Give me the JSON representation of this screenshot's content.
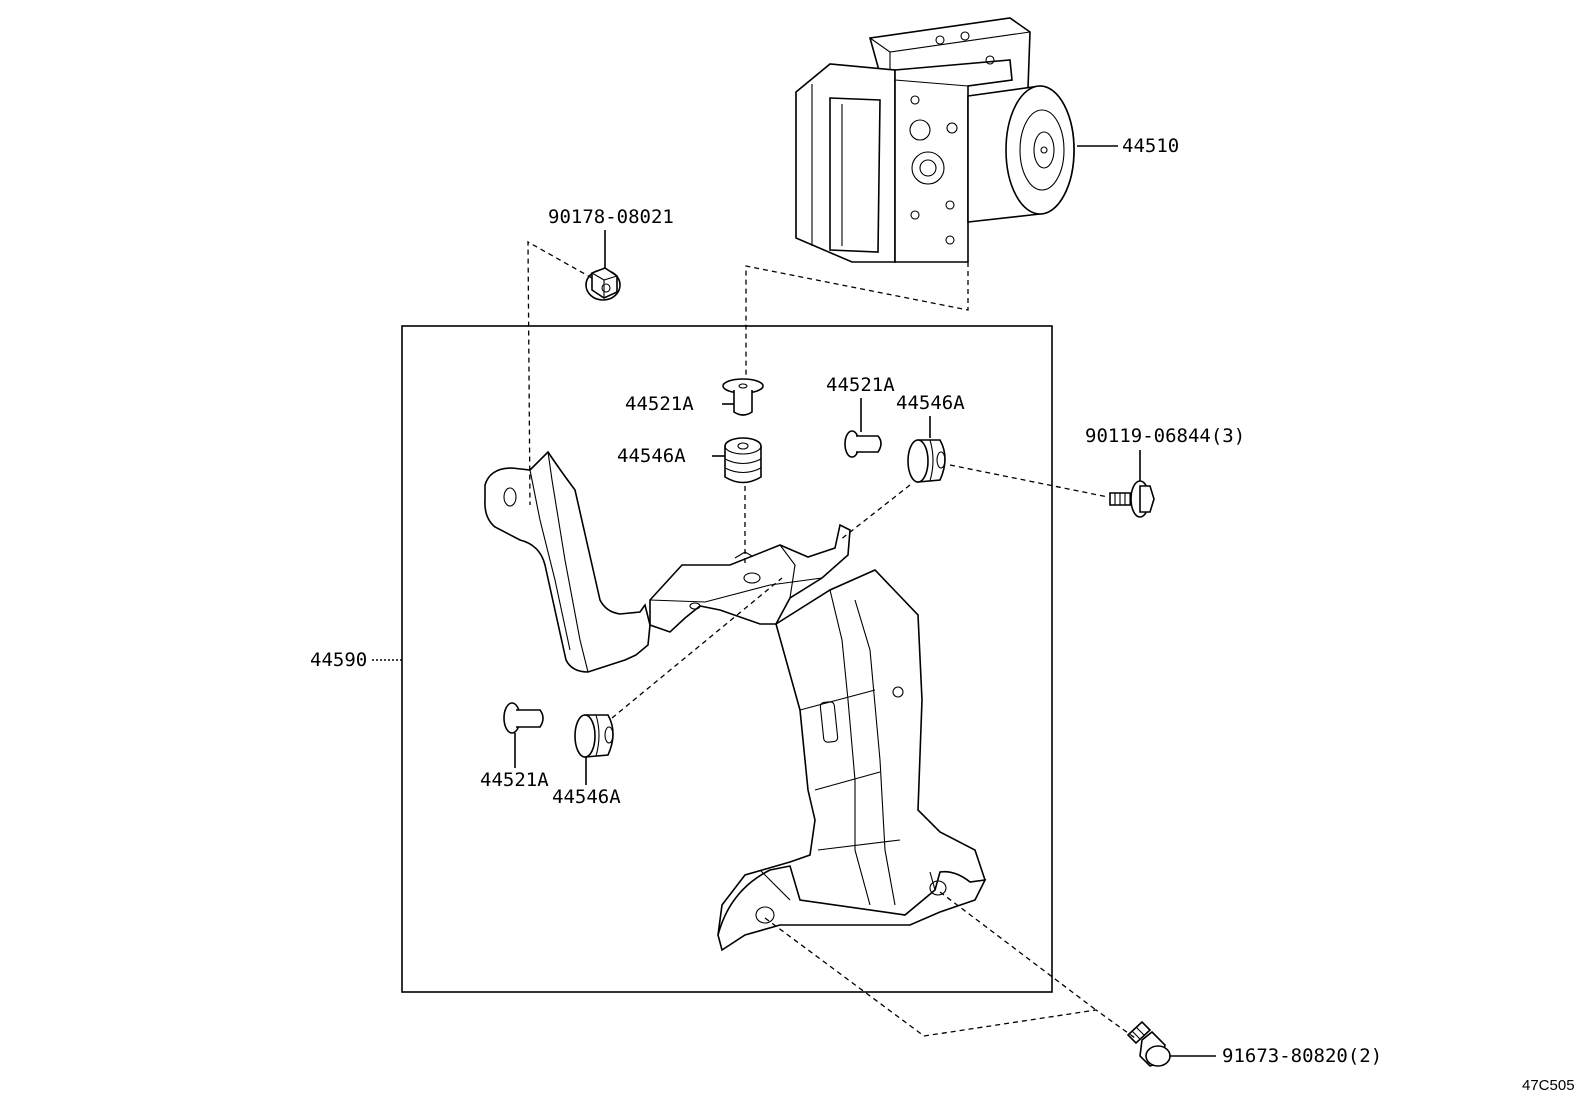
{
  "labels": {
    "actuator": "44510",
    "nut": "90178-08021",
    "bolt_right": "90119-06844(3)",
    "bolt_bottom": "91673-80820(2)",
    "bracket": "44590",
    "collar_top": "44521A",
    "cushion_top": "44546A",
    "collar_right": "44521A",
    "cushion_right": "44546A",
    "collar_left": "44521A",
    "cushion_left": "44546A"
  },
  "diagram_code": "47C505"
}
